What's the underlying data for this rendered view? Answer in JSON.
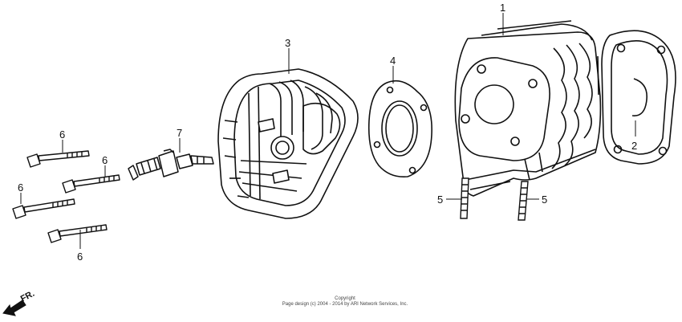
{
  "callouts": {
    "cylinder": "1",
    "gasket_base": "2",
    "cylinder_head": "3",
    "gasket_head": "4",
    "stud_left": "5",
    "stud_right": "5",
    "bolt_top": "6",
    "bolt_upper_mid": "6",
    "bolt_lower_mid": "6",
    "bolt_bottom": "6",
    "spark_plug": "7"
  },
  "direction_label": "FR.",
  "copyright": {
    "line1": "Copyright",
    "line2": "Page design (c) 2004 - 2014 by ARI Network Services, Inc."
  },
  "colors": {
    "ink": "#111111",
    "background": "#ffffff"
  }
}
